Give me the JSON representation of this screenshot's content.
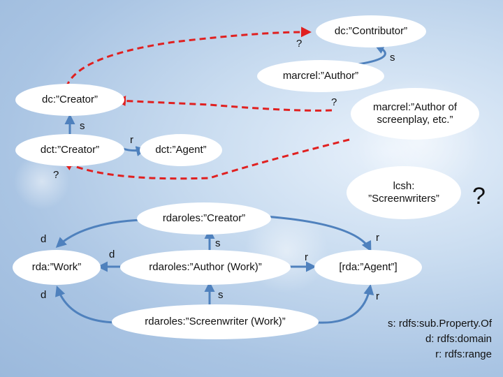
{
  "nodes": {
    "dc_contributor": "dc:”Contributor”",
    "marcrel_author": "marcrel:”Author”",
    "dc_creator": "dc:”Creator”",
    "marcrel_author_screenplay": "marcrel:”Author of screenplay, etc.”",
    "dct_creator": "dct:”Creator”",
    "dct_agent": "dct:”Agent”",
    "lcsh_screenwriters": "lcsh: ”Screenwriters”",
    "rdaroles_creator": "rdaroles:”Creator”",
    "rda_work": "rda:”Work”",
    "rdaroles_author_work": "rdaroles:”Author (Work)”",
    "rda_agent": "[rda:”Agent”]",
    "rdaroles_screenwriter_work": "rdaroles:”Screenwriter (Work)”"
  },
  "labels": {
    "q_top": "?",
    "s_contributor": "s",
    "q_author": "?",
    "s_creator": "s",
    "r_agent": "r",
    "q_left": "?",
    "q_big": "?",
    "d_work_top": "d",
    "d_author_work": "d",
    "s_author_work": "s",
    "r_rda_agent_top": "r",
    "r_author_work": "r",
    "d_work_bottom": "d",
    "s_screenwriter": "s",
    "r_rda_agent_bottom": "r"
  },
  "legend": {
    "s": "s: rdfs:sub.Property.Of",
    "d": "d: rdfs:domain",
    "r": "r: rdfs:range"
  },
  "colors": {
    "node_fill": "#ffffff",
    "arrow_blue": "#4f81bd",
    "arrow_red": "#e02020"
  }
}
